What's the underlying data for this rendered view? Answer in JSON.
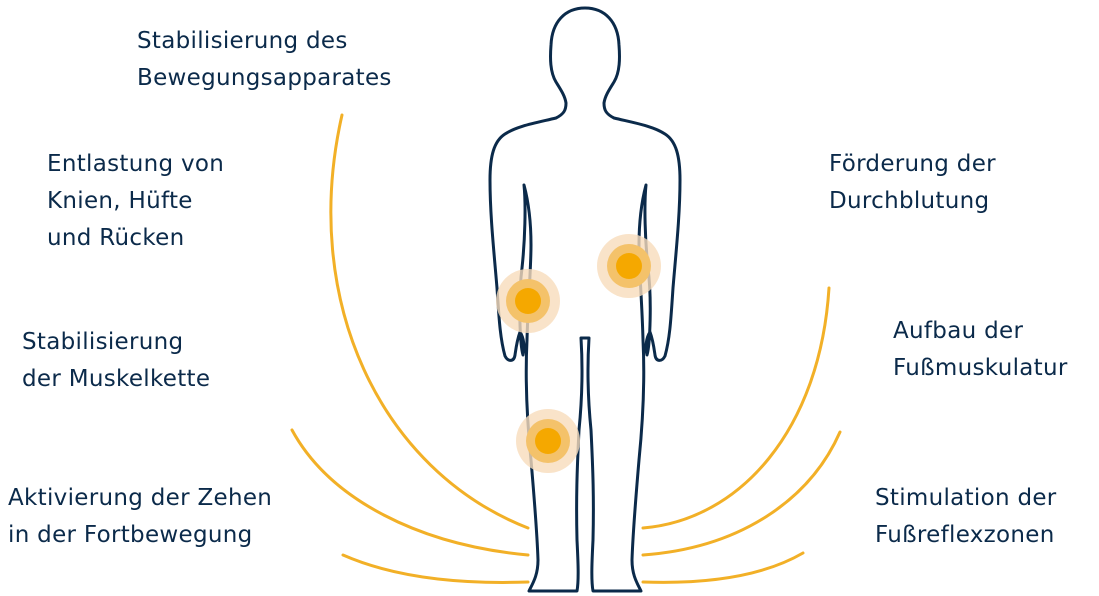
{
  "labels": {
    "stab_bewegung": [
      "Stabilisierung des",
      "Bewegungsapparates"
    ],
    "entlastung": [
      "Entlastung von",
      "Knien, Hüfte",
      "und Rücken"
    ],
    "stab_muskel": [
      "Stabilisierung",
      "der Muskelkette"
    ],
    "aktivierung": [
      "Aktivierung der Zehen",
      "in der Fortbewegung"
    ],
    "durchblutung": [
      "Förderung der",
      "Durchblutung"
    ],
    "fussmuskulatur": [
      "Aufbau der",
      "Fußmuskulatur"
    ],
    "reflexzonen": [
      "Stimulation der",
      "Fußreflexzonen"
    ]
  },
  "colors": {
    "text": "#0b2a4a",
    "outline": "#0b2a4a",
    "arc": "#f2b027",
    "spot_core": "#f5a800",
    "spot_mid": "#f4c26a",
    "spot_outer": "#f8dcbc"
  },
  "icons": {
    "figure": "human-body-outline-icon",
    "hotspot": "pain-point-icon"
  }
}
